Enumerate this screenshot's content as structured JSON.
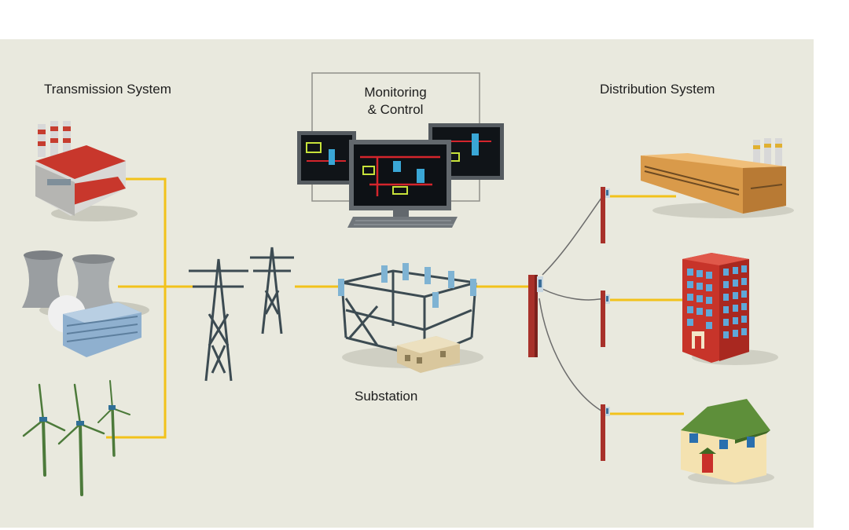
{
  "labels": {
    "transmission": "Transmission System",
    "distribution": "Distribution System",
    "monitoring_line1": "Monitoring",
    "monitoring_line2": "& Control",
    "substation": "Substation"
  },
  "colors": {
    "background": "#e9e9de",
    "power_line": "#f2c21b",
    "feeder_wire": "#6c6c6c",
    "pole": "#a8312a",
    "tower": "#3c4b52"
  },
  "icons": [
    "power-plant-icon",
    "cooling-towers-icon",
    "wind-turbines-icon",
    "transmission-towers-icon",
    "monitoring-computers-icon",
    "substation-icon",
    "utility-pole-icon",
    "factory-icon",
    "office-building-icon",
    "house-icon"
  ]
}
